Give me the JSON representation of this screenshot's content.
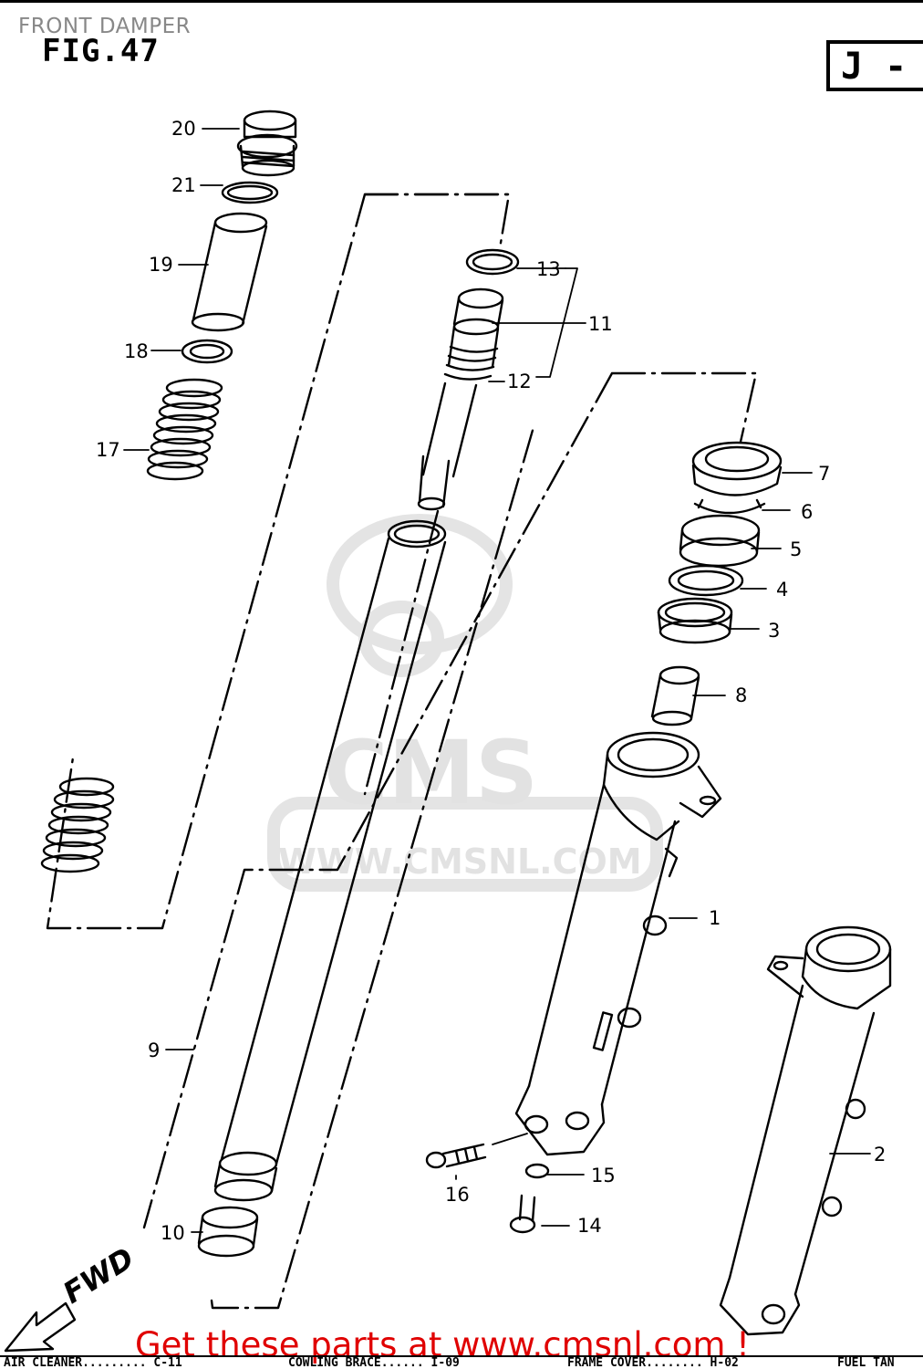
{
  "header": {
    "title": "FRONT DAMPER",
    "figure_label": "FIG.47",
    "region_code": "J -"
  },
  "callouts": [
    "1",
    "2",
    "3",
    "4",
    "5",
    "6",
    "7",
    "8",
    "9",
    "10",
    "11",
    "12",
    "13",
    "14",
    "15",
    "16",
    "17",
    "18",
    "19",
    "20",
    "21"
  ],
  "fwd_label": "FWD",
  "watermark": {
    "brand": "CMS",
    "url": "WWW.CMSNL.COM"
  },
  "cta": "Get these parts at www.cmsnl.com !",
  "footer_index": [
    {
      "label": "AIR CLEANER",
      "code": "C-11"
    },
    {
      "label": "COWLING BRACE",
      "code": "I-09"
    },
    {
      "label": "FRAME COVER",
      "code": "H-02"
    },
    {
      "label": "FUEL TAN",
      "code": ""
    }
  ],
  "colors": {
    "line": "#000000",
    "cta": "#e00000",
    "title": "#888888",
    "watermark": "#e2e2e2"
  }
}
